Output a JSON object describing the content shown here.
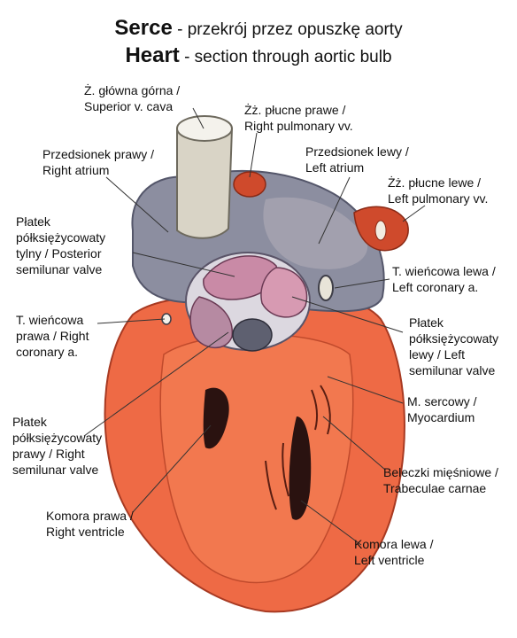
{
  "title": {
    "line1_bold": "Serce",
    "line1_rest": " - przekrój przez opuszkę aorty",
    "line2_bold": "Heart",
    "line2_rest": " - section through aortic bulb"
  },
  "labels": {
    "svc": "Ż. główna górna /\nSuperior v. cava",
    "rpv": "Żż. płucne prawe /\nRight pulmonary vv.",
    "ra": "Przedsionek prawy /\nRight atrium",
    "la": "Przedsionek lewy /\nLeft atrium",
    "lpv": "Żż. płucne lewe /\nLeft pulmonary vv.",
    "psv": "Płatek\npółksiężycowaty\ntylny / Posterior\nsemilunar valve",
    "lca": "T. wieńcowa lewa /\nLeft coronary a.",
    "rca": "T. wieńcowa\nprawa / Right\ncoronary a.",
    "lsv": "Płatek\npółksiężycowaty\nlewy / Left\nsemilunar valve",
    "myo": "M. sercowy /\nMyocardium",
    "rsv": "Płatek\npółksiężycowaty\nprawy / Right\nsemilunar valve",
    "tc": "Beleczki mięśniowe /\nTrabeculae carnae",
    "rv": "Komora prawa /\nRight ventricle",
    "lv": "Komora lewa /\nLeft ventricle"
  },
  "colors": {
    "myocardium": "#ee6a45",
    "atrium": "#8c8ea0",
    "vein": "#d9d4c6",
    "pulmonary_vein": "#cf4a2c",
    "valve": "#c98aa6",
    "dark_cavity": "#2a1210"
  }
}
